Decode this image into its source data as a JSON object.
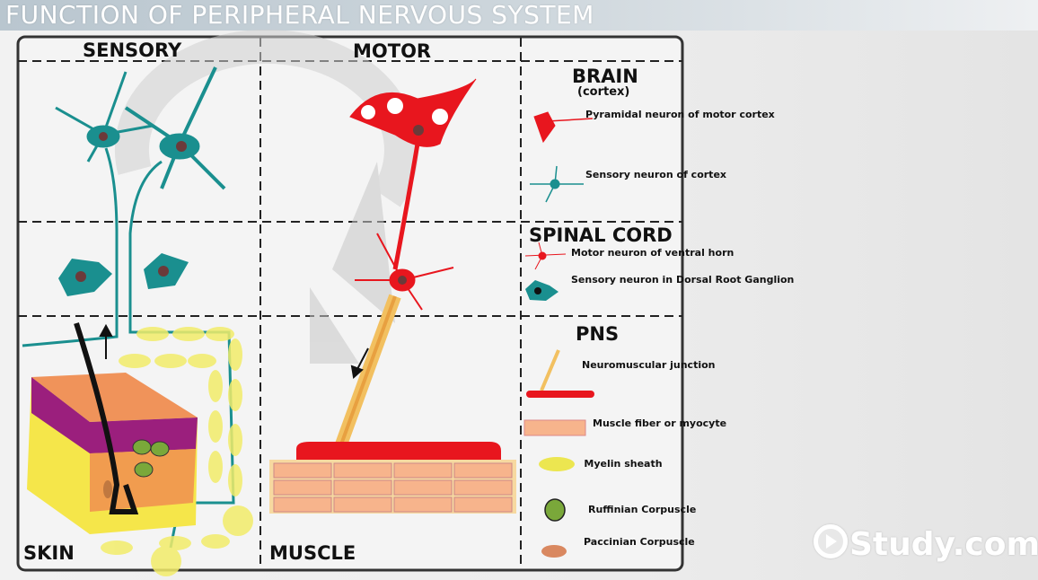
{
  "title": "FUNCTION OF PERIPHERAL NERVOUS SYSTEM",
  "sections": {
    "sensory": "SENSORY",
    "motor": "MOTOR",
    "skin": "SKIN",
    "muscle": "MUSCLE"
  },
  "legend": {
    "brain_heading": "BRAIN",
    "brain_sub": "(cortex)",
    "spinal_heading": "SPINAL CORD",
    "pns_heading": "PNS",
    "items": [
      {
        "label": "Pyramidal neuron of motor cortex",
        "icon": "pyramidal-neuron-icon"
      },
      {
        "label": "Sensory neuron of cortex",
        "icon": "sensory-neuron-icon"
      },
      {
        "label": "Motor neuron of ventral horn",
        "icon": "motor-neuron-icon"
      },
      {
        "label": "Sensory neuron in Dorsal Root Ganglion",
        "icon": "drg-neuron-icon"
      },
      {
        "label": "Neuromuscular junction",
        "icon": "neuromuscular-junction-icon"
      },
      {
        "label": "Muscle fiber or myocyte",
        "icon": "muscle-fiber-icon"
      },
      {
        "label": "Myelin sheath",
        "icon": "myelin-sheath-icon"
      },
      {
        "label": "Ruffinian Corpuscle",
        "icon": "ruffinian-corpuscle-icon"
      },
      {
        "label": "Paccinian Corpuscle",
        "icon": "paccinian-corpuscle-icon"
      }
    ]
  },
  "logo": "Study.com",
  "colors": {
    "sensory": "#1a8f8f",
    "motor": "#e8161e",
    "myelin": "#f2ec6a",
    "muscle": "#f7b48c"
  }
}
